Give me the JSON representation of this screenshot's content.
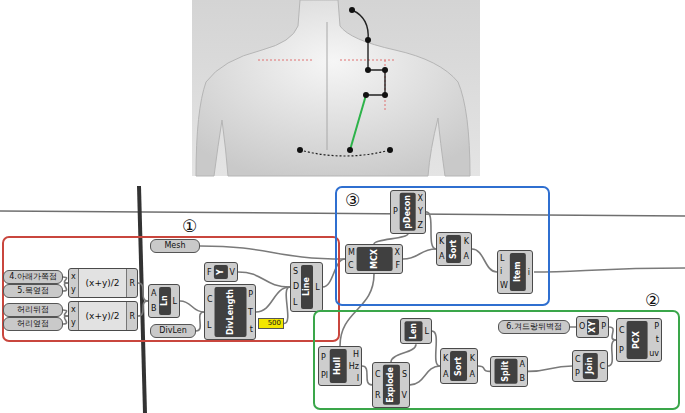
{
  "diagram": {
    "nodes": [
      {
        "text": [
          "①"
        ]
      },
      {
        "text": [
          "Mesh"
        ],
        "in": 0
      },
      {
        "text": [
          "4.아래가쪽점"
        ],
        "in": 0
      },
      {
        "text": [
          "5.목옆점"
        ],
        "in": 0
      },
      {
        "text": [
          "(x+y)/2",
          "x",
          "y",
          "R"
        ],
        "in": 0
      },
      {
        "text": [
          "허리뒤점"
        ],
        "in": 0
      },
      {
        "text": [
          "허리옆점"
        ],
        "in": 0
      },
      {
        "text": [
          "(x+y)/2",
          "x",
          "y",
          "R"
        ],
        "in": 0
      },
      {
        "text": [
          "Ln",
          "A",
          "B",
          "L"
        ],
        "in": 0
      },
      {
        "text": [
          "Y",
          "F",
          "V"
        ],
        "in": 0
      },
      {
        "text": [
          "DivLength",
          "C",
          "L",
          "P",
          "T",
          "t"
        ],
        "in": 0
      },
      {
        "text": [
          "DivLen"
        ],
        "in": 0
      },
      {
        "text": [
          "500"
        ],
        "in": 0
      },
      {
        "text": [
          "Line",
          "S",
          "D",
          "L",
          "L"
        ],
        "in": 0
      },
      {
        "text": [
          "③"
        ]
      },
      {
        "text": [
          "MCX",
          "M",
          "C",
          "X",
          "F"
        ],
        "in": 14
      },
      {
        "text": [
          "pDecon",
          "P",
          "X",
          "Y",
          "Z"
        ],
        "in": 14
      },
      {
        "text": [
          "Sort",
          "K",
          "A",
          "K",
          "A"
        ],
        "in": 14
      },
      {
        "text": [
          "Item",
          "L",
          "i",
          "W",
          "i"
        ],
        "in": 14
      },
      {
        "text": [
          "②"
        ]
      },
      {
        "text": [
          "Hull",
          "P",
          "Pl",
          "H",
          "Hz",
          "I"
        ],
        "in": 19
      },
      {
        "text": [
          "Explode",
          "C",
          "R",
          "S",
          "V"
        ],
        "in": 19
      },
      {
        "text": [
          "Len",
          "L"
        ],
        "in": 19
      },
      {
        "text": [
          "Sort",
          "K",
          "A",
          "K",
          "A"
        ],
        "in": 19
      },
      {
        "text": [
          "Split",
          "A",
          "B"
        ],
        "in": 19
      },
      {
        "text": [
          "6.겨드랑뒤벽점"
        ],
        "in": 19
      },
      {
        "text": [
          "XY",
          "O",
          "P"
        ],
        "in": 19
      },
      {
        "text": [
          "Join",
          "C",
          "P",
          "C"
        ],
        "in": 19
      },
      {
        "text": [
          "PCX",
          "C",
          "P",
          "P",
          "t",
          "uv"
        ],
        "in": 19
      }
    ],
    "edges": [
      {
        "from": 2,
        "to": 4,
        "arrow": "none"
      },
      {
        "from": 3,
        "to": 4,
        "arrow": "none"
      },
      {
        "from": 5,
        "to": 7,
        "arrow": "none"
      },
      {
        "from": 6,
        "to": 7,
        "arrow": "none"
      },
      {
        "from": 4,
        "to": 8,
        "arrow": "none"
      },
      {
        "from": 7,
        "to": 8,
        "arrow": "none"
      },
      {
        "from": 8,
        "to": 10,
        "arrow": "none"
      },
      {
        "from": 11,
        "to": 10,
        "arrow": "none"
      },
      {
        "from": 9,
        "to": 13,
        "arrow": "none"
      },
      {
        "from": 10,
        "to": 13,
        "arrow": "none"
      },
      {
        "from": 12,
        "to": 13,
        "arrow": "none"
      },
      {
        "from": 1,
        "to": 15,
        "arrow": "none"
      },
      {
        "from": 13,
        "to": 15,
        "arrow": "none"
      },
      {
        "from": 15,
        "to": 16,
        "arrow": "none"
      },
      {
        "from": 16,
        "to": 17,
        "arrow": "none"
      },
      {
        "from": 15,
        "to": 17,
        "arrow": "none"
      },
      {
        "from": 17,
        "to": 18,
        "arrow": "none"
      },
      {
        "from": 15,
        "to": 20,
        "arrow": "none"
      },
      {
        "from": 20,
        "to": 21,
        "arrow": "none"
      },
      {
        "from": 21,
        "to": 22,
        "arrow": "none"
      },
      {
        "from": 21,
        "to": 23,
        "arrow": "none"
      },
      {
        "from": 22,
        "to": 23,
        "arrow": "none"
      },
      {
        "from": 23,
        "to": 24,
        "arrow": "none"
      },
      {
        "from": 24,
        "to": 27,
        "arrow": "none"
      },
      {
        "from": 25,
        "to": 26,
        "arrow": "none"
      },
      {
        "from": 26,
        "to": 28,
        "arrow": "none"
      },
      {
        "from": 27,
        "to": 28,
        "arrow": "none"
      }
    ]
  }
}
